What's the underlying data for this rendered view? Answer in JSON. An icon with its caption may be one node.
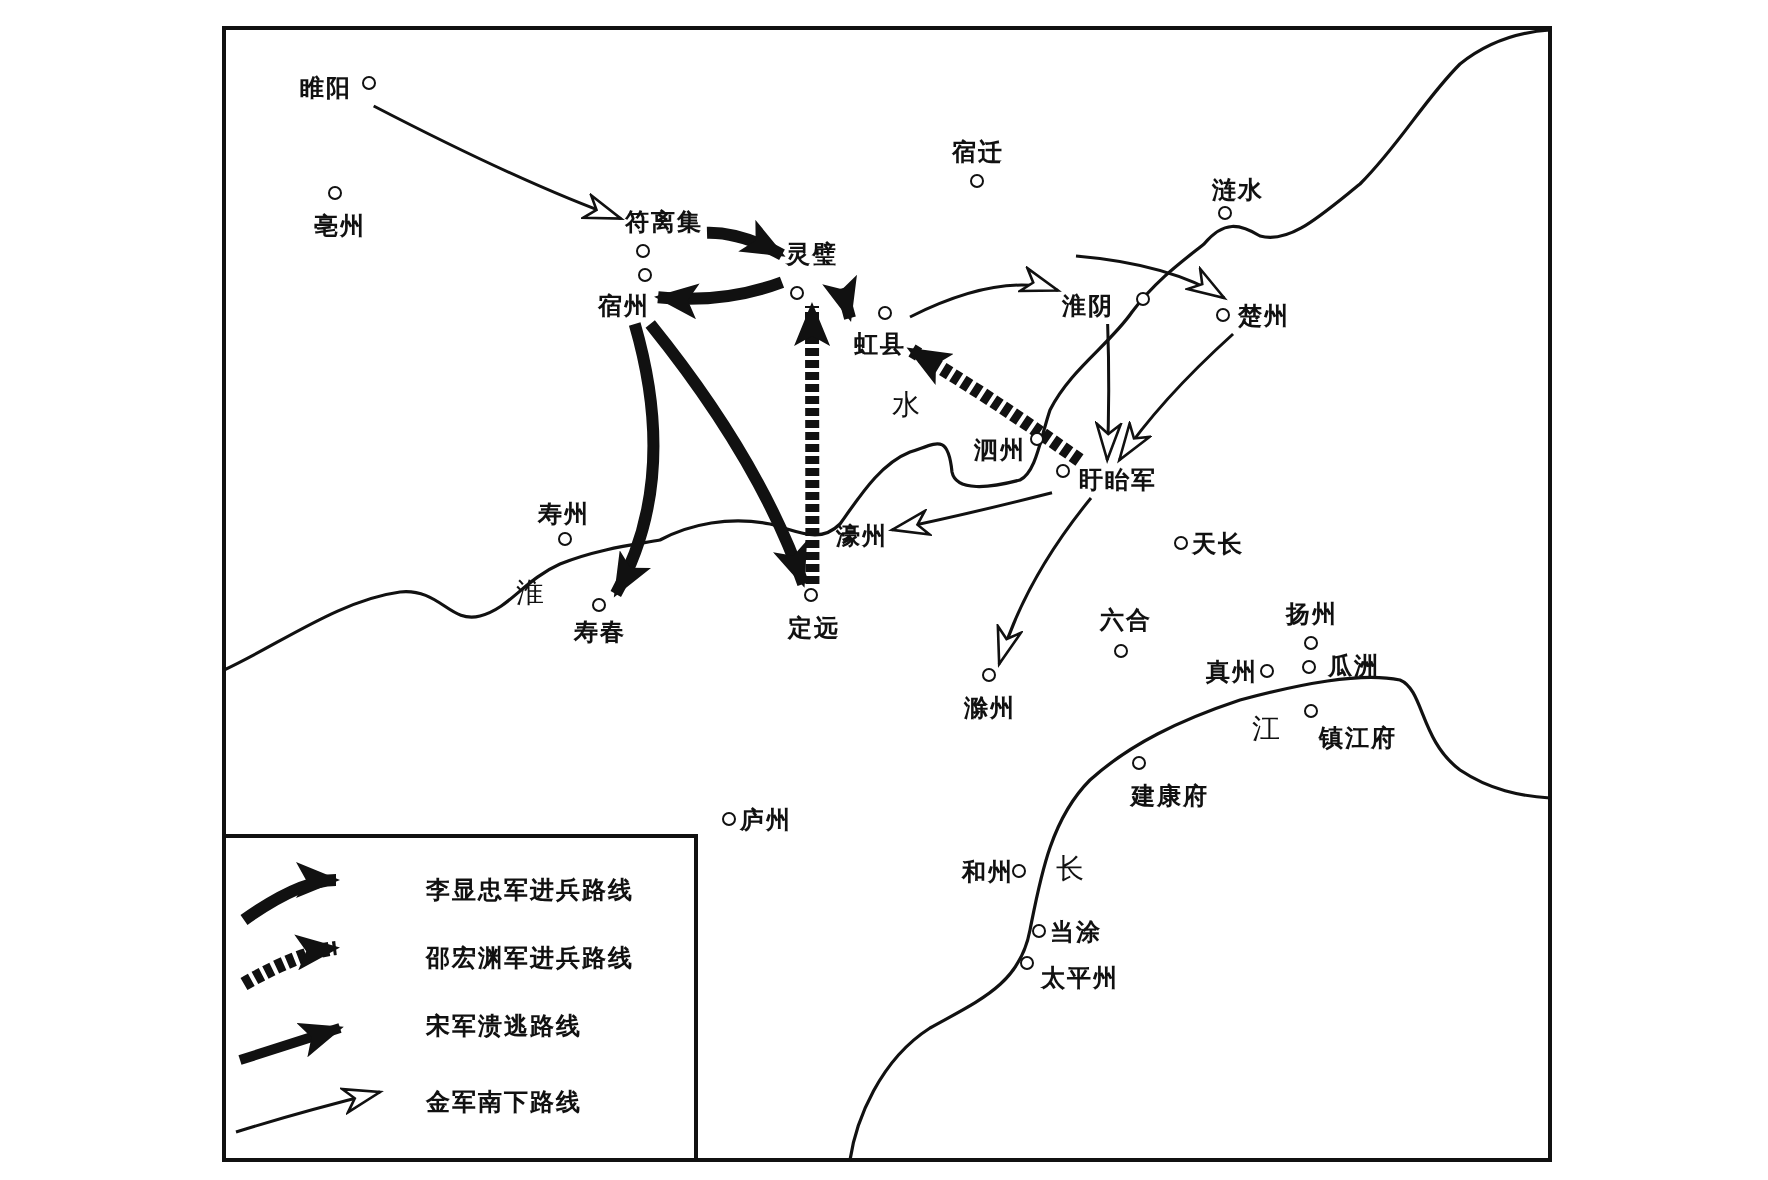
{
  "diagram": {
    "nodes": [
      {
        "text": [
          "睢阳"
        ]
      },
      {
        "text": [
          "亳州"
        ]
      },
      {
        "text": [
          "宿迁"
        ]
      },
      {
        "text": [
          "符离集"
        ]
      },
      {
        "text": [
          "宿州"
        ]
      },
      {
        "text": [
          "灵璧"
        ]
      },
      {
        "text": [
          "虹县"
        ]
      },
      {
        "text": [
          "涟水"
        ]
      },
      {
        "text": [
          "淮阴"
        ]
      },
      {
        "text": [
          "楚州"
        ]
      },
      {
        "text": [
          "泗州"
        ]
      },
      {
        "text": [
          "盱眙军"
        ]
      },
      {
        "text": [
          "天长"
        ]
      },
      {
        "text": [
          "寿州"
        ]
      },
      {
        "text": [
          "寿春"
        ]
      },
      {
        "text": [
          "濠州"
        ]
      },
      {
        "text": [
          "定远"
        ]
      },
      {
        "text": [
          "六合"
        ]
      },
      {
        "text": [
          "滁州"
        ]
      },
      {
        "text": [
          "扬州"
        ]
      },
      {
        "text": [
          "真州"
        ]
      },
      {
        "text": [
          "瓜洲"
        ]
      },
      {
        "text": [
          "镇江府"
        ]
      },
      {
        "text": [
          "建康府"
        ]
      },
      {
        "text": [
          "庐州"
        ]
      },
      {
        "text": [
          "和州"
        ]
      },
      {
        "text": [
          "当涂"
        ]
      },
      {
        "text": [
          "太平州"
        ]
      }
    ],
    "edges": [
      {
        "from": 0,
        "to": 3,
        "arrow": "to"
      },
      {
        "from": 3,
        "to": 5,
        "arrow": "to",
        "style": "thick"
      },
      {
        "from": 5,
        "to": 4,
        "arrow": "to",
        "style": "thick"
      },
      {
        "from": 5,
        "to": 6,
        "arrow": "to",
        "style": "thick"
      },
      {
        "from": 6,
        "to": 8,
        "arrow": "to"
      },
      {
        "from": null,
        "to": 9,
        "arrow": "to"
      },
      {
        "from": 8,
        "to": 11,
        "arrow": "to"
      },
      {
        "from": 9,
        "to": 11,
        "arrow": "to"
      },
      {
        "from": 11,
        "to": 6,
        "arrow": "to",
        "style": "dashed"
      },
      {
        "from": 11,
        "to": 15,
        "arrow": "to"
      },
      {
        "from": 11,
        "to": 18,
        "arrow": "to"
      },
      {
        "from": 16,
        "to": 5,
        "arrow": "to",
        "style": "dashed"
      },
      {
        "from": 4,
        "to": 14,
        "arrow": "to",
        "style": "thick"
      },
      {
        "from": 4,
        "to": 16,
        "arrow": "to",
        "style": "thick"
      }
    ],
    "labels": [
      "水",
      "淮",
      "江",
      "长"
    ],
    "legend": [
      {
        "text": "李显忠军进兵路线"
      },
      {
        "text": "邵宏渊军进兵路线"
      },
      {
        "text": "宋军溃逃路线"
      },
      {
        "text": "金军南下路线"
      }
    ]
  }
}
